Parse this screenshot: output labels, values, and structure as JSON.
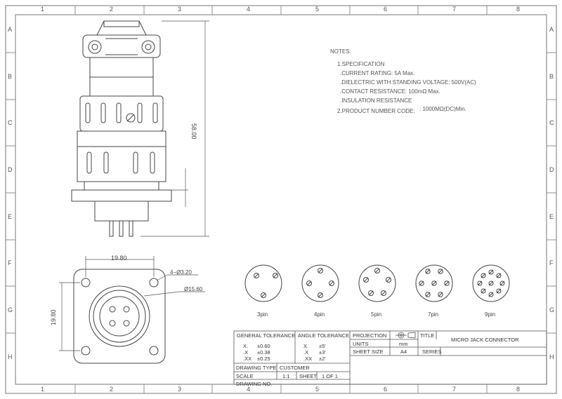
{
  "frame": {
    "columns": [
      "1",
      "2",
      "3",
      "4",
      "5",
      "6",
      "7",
      "8"
    ],
    "rows": [
      "A",
      "B",
      "C",
      "D",
      "E",
      "F",
      "G",
      "H"
    ]
  },
  "notes": {
    "heading": "NOTES:",
    "lines": [
      "1.SPECIFICATION",
      ".CURRENT RATING: 5A Max.",
      ".DIELECTRIC WITH STANDING VOLTAGE: 500V(AC)",
      ".CONTACT RESISTANCE: 100mΩ Max.",
      ".INSULATION RESISTANCE",
      "2.PRODUCT NUMBER CODE:"
    ],
    "insulation_value": ": 1000MΩ(DC)Min."
  },
  "dimensions": {
    "height": "58.00",
    "width_top": "19.80",
    "width_side": "19.80",
    "holes": "4−Ø3.20",
    "bore": "Ø15.60"
  },
  "pin_layouts": [
    "3pin",
    "4pin",
    "5pin",
    "7pin",
    "9pin"
  ],
  "title_block": {
    "general_tolerance": "GENERAL TOLERANCE",
    "angle_tolerance": "ANGLE TOLERANCE",
    "gt_rows": [
      [
        "X.",
        "±0.60"
      ],
      [
        ".X",
        "±0.38"
      ],
      [
        ".XX",
        "±0.25"
      ]
    ],
    "at_rows": [
      [
        "X.",
        "±5'"
      ],
      [
        ".X",
        "±3'"
      ],
      [
        ".XX",
        "±2'"
      ]
    ],
    "drawing_type_label": "DRAWING TYPE",
    "drawing_type_value": "CUSTOMER",
    "scale_label": "SCALE",
    "scale_value": "1:1",
    "sheet_label": "SHEET",
    "sheet_value": "1 OF 1",
    "drawing_no_label": "DRAWING NO.",
    "projection_label": "PROJECTION",
    "title_label": "TITLE",
    "title_value": "MICRO JACK CONNECTOR",
    "units_label": "UNITS",
    "units_value": "mm",
    "sheet_size_label": "SHEET SIZE",
    "sheet_size_value": "A4",
    "series_label": "SERIES"
  }
}
